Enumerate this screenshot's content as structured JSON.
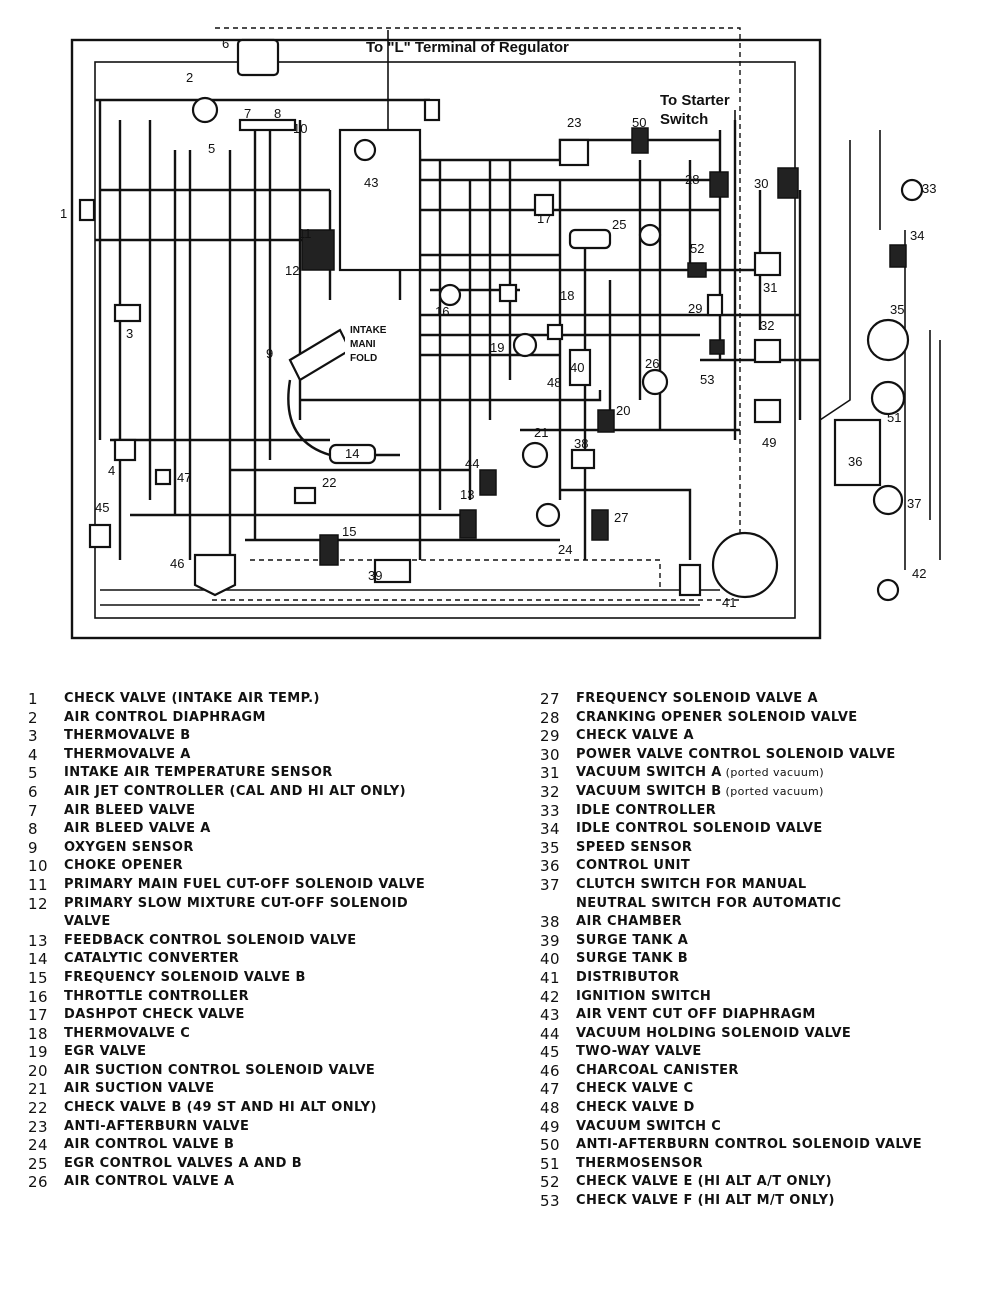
{
  "diagram": {
    "header_regulator": "To \"L\" Terminal of Regulator",
    "header_starter_1": "To Starter",
    "header_starter_2": "Switch",
    "manifold_1": "INTAKE",
    "manifold_2": "MANI",
    "manifold_3": "FOLD",
    "callouts": [
      "1",
      "2",
      "3",
      "4",
      "5",
      "6",
      "7",
      "8",
      "9",
      "10",
      "11",
      "12",
      "13",
      "14",
      "15",
      "16",
      "17",
      "18",
      "19",
      "20",
      "21",
      "22",
      "23",
      "24",
      "25",
      "26",
      "27",
      "28",
      "29",
      "30",
      "31",
      "32",
      "33",
      "34",
      "35",
      "36",
      "37",
      "38",
      "39",
      "40",
      "41",
      "42",
      "43",
      "44",
      "45",
      "46",
      "47",
      "48",
      "49",
      "50",
      "51",
      "52",
      "53"
    ]
  },
  "legend_left": [
    {
      "num": "1",
      "text": "CHECK VALVE (INTAKE AIR TEMP.)"
    },
    {
      "num": "2",
      "text": "AIR CONTROL DIAPHRAGM"
    },
    {
      "num": "3",
      "text": "THERMOVALVE B"
    },
    {
      "num": "4",
      "text": "THERMOVALVE A"
    },
    {
      "num": "5",
      "text": "INTAKE AIR TEMPERATURE SENSOR"
    },
    {
      "num": "6",
      "text": "AIR JET CONTROLLER (CAL AND HI ALT ONLY)"
    },
    {
      "num": "7",
      "text": "AIR BLEED VALVE"
    },
    {
      "num": "8",
      "text": "AIR BLEED VALVE A"
    },
    {
      "num": "9",
      "text": "OXYGEN SENSOR"
    },
    {
      "num": "10",
      "text": "CHOKE OPENER"
    },
    {
      "num": "11",
      "text": "PRIMARY MAIN FUEL CUT-OFF SOLENOID VALVE"
    },
    {
      "num": "12",
      "text": "PRIMARY SLOW MIXTURE CUT-OFF SOLENOID"
    },
    {
      "num": "",
      "text": "VALVE"
    },
    {
      "num": "13",
      "text": "FEEDBACK CONTROL SOLENOID VALVE"
    },
    {
      "num": "14",
      "text": "CATALYTIC CONVERTER"
    },
    {
      "num": "15",
      "text": "FREQUENCY SOLENOID VALVE B"
    },
    {
      "num": "16",
      "text": "THROTTLE CONTROLLER"
    },
    {
      "num": "17",
      "text": "DASHPOT CHECK VALVE"
    },
    {
      "num": "18",
      "text": "THERMOVALVE C"
    },
    {
      "num": "19",
      "text": "EGR VALVE"
    },
    {
      "num": "20",
      "text": "AIR SUCTION CONTROL SOLENOID VALVE"
    },
    {
      "num": "21",
      "text": "AIR SUCTION VALVE"
    },
    {
      "num": "22",
      "text": "CHECK VALVE B (49 ST AND HI ALT ONLY)"
    },
    {
      "num": "23",
      "text": "ANTI-AFTERBURN VALVE"
    },
    {
      "num": "24",
      "text": "AIR CONTROL VALVE B"
    },
    {
      "num": "25",
      "text": "EGR CONTROL VALVES A AND B"
    },
    {
      "num": "26",
      "text": "AIR CONTROL VALVE A"
    }
  ],
  "legend_right": [
    {
      "num": "27",
      "text": "FREQUENCY SOLENOID VALVE A",
      "note": ""
    },
    {
      "num": "28",
      "text": "CRANKING OPENER SOLENOID VALVE",
      "note": ""
    },
    {
      "num": "29",
      "text": "CHECK VALVE A",
      "note": ""
    },
    {
      "num": "30",
      "text": "POWER VALVE CONTROL SOLENOID VALVE",
      "note": ""
    },
    {
      "num": "31",
      "text": "VACUUM SWITCH A",
      "note": "(ported vacuum)"
    },
    {
      "num": "32",
      "text": "VACUUM SWITCH B",
      "note": "(ported vacuum)"
    },
    {
      "num": "33",
      "text": "IDLE CONTROLLER",
      "note": ""
    },
    {
      "num": "34",
      "text": "IDLE CONTROL SOLENOID VALVE",
      "note": ""
    },
    {
      "num": "35",
      "text": "SPEED SENSOR",
      "note": ""
    },
    {
      "num": "36",
      "text": "CONTROL UNIT",
      "note": ""
    },
    {
      "num": "37",
      "text": "CLUTCH SWITCH FOR MANUAL",
      "note": ""
    },
    {
      "num": "",
      "text": "NEUTRAL SWITCH FOR AUTOMATIC",
      "note": ""
    },
    {
      "num": "38",
      "text": "AIR CHAMBER",
      "note": ""
    },
    {
      "num": "39",
      "text": "SURGE TANK A",
      "note": ""
    },
    {
      "num": "40",
      "text": "SURGE TANK B",
      "note": ""
    },
    {
      "num": "41",
      "text": "DISTRIBUTOR",
      "note": ""
    },
    {
      "num": "42",
      "text": "IGNITION SWITCH",
      "note": ""
    },
    {
      "num": "43",
      "text": "AIR VENT CUT OFF DIAPHRAGM",
      "note": ""
    },
    {
      "num": "44",
      "text": "VACUUM HOLDING SOLENOID VALVE",
      "note": ""
    },
    {
      "num": "45",
      "text": "TWO-WAY VALVE",
      "note": ""
    },
    {
      "num": "46",
      "text": "CHARCOAL CANISTER",
      "note": ""
    },
    {
      "num": "47",
      "text": "CHECK VALVE C",
      "note": ""
    },
    {
      "num": "48",
      "text": "CHECK VALVE D",
      "note": ""
    },
    {
      "num": "49",
      "text": "VACUUM SWITCH C",
      "note": ""
    },
    {
      "num": "50",
      "text": "ANTI-AFTERBURN CONTROL SOLENOID VALVE",
      "note": ""
    },
    {
      "num": "51",
      "text": "THERMOSENSOR",
      "note": ""
    },
    {
      "num": "52",
      "text": "CHECK VALVE E (HI ALT A/T ONLY)",
      "note": ""
    },
    {
      "num": "53",
      "text": "CHECK VALVE F (HI ALT M/T ONLY)",
      "note": ""
    }
  ]
}
